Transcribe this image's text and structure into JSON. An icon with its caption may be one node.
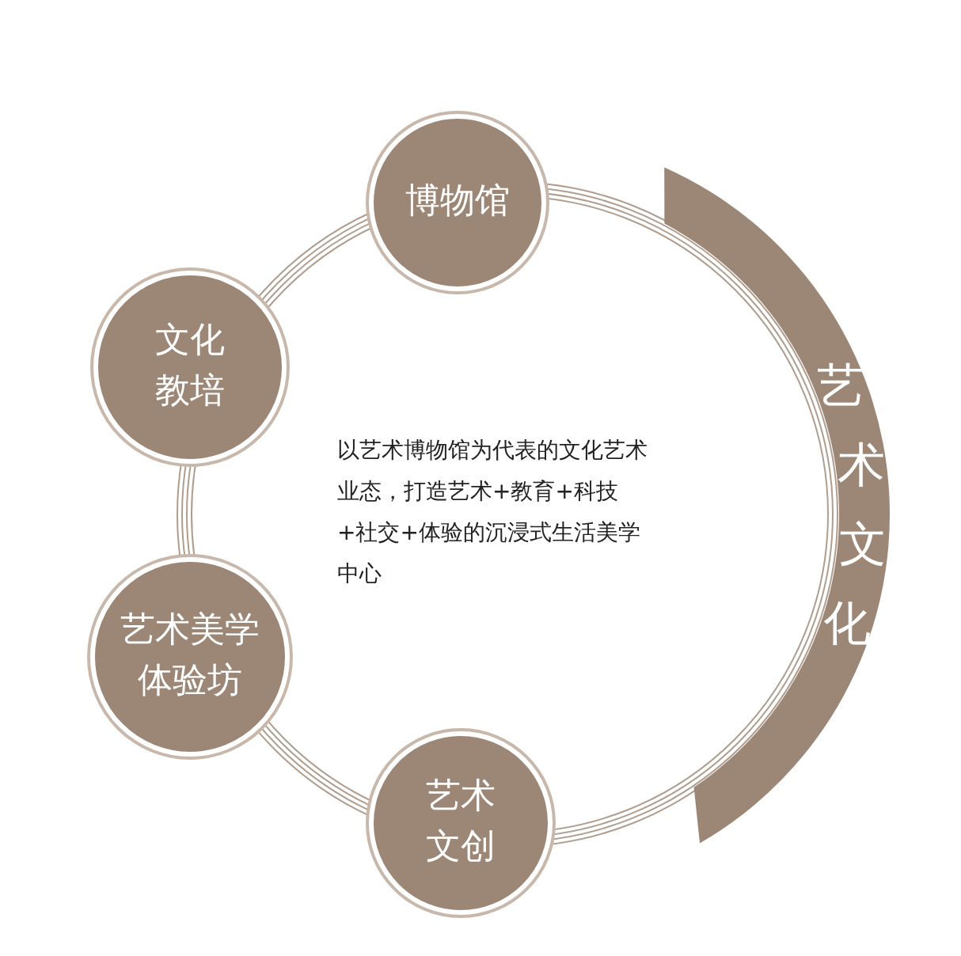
{
  "diagram": {
    "nodes": [
      {
        "text": [
          "博物馆"
        ]
      },
      {
        "text": [
          "文化教培"
        ]
      },
      {
        "text": [
          "艺术美学体验坊"
        ]
      },
      {
        "text": [
          "艺术文创"
        ]
      },
      {
        "text": [
          "艺术文化"
        ]
      }
    ],
    "labels": [
      "以艺术博物馆为代表的文化艺术业态，打造艺术+教育+科技+社交+体验的沉浸式生活美学中心"
    ]
  }
}
